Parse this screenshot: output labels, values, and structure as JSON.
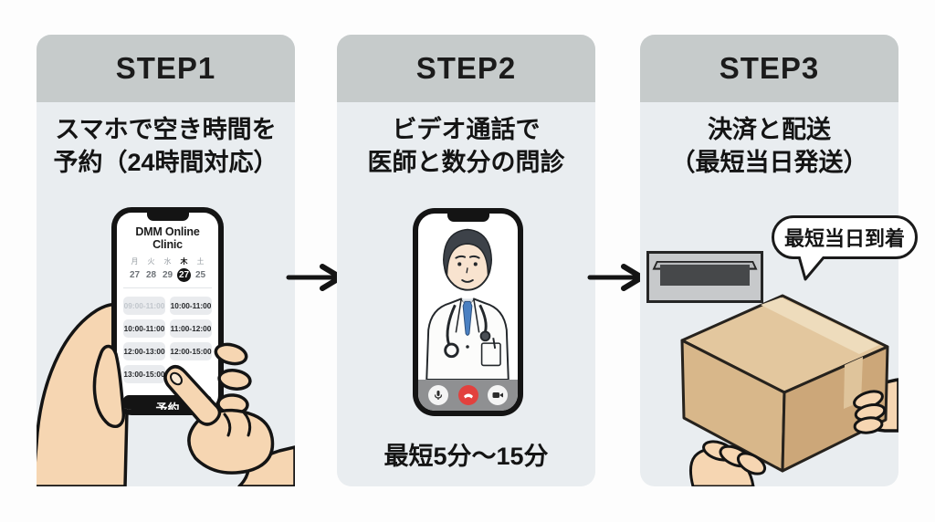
{
  "colors": {
    "header_bg": "#c6cbcb",
    "panel_bg": "#e9edf0",
    "arrow_black": "#141414",
    "hangup_red": "#e2413e",
    "tie_blue": "#4a80c2",
    "box_tan": "#d8b78a",
    "skin": "#f6d6b2"
  },
  "steps": [
    {
      "header": "STEP1",
      "title_line1": "スマホで空き時間を",
      "title_line2": "予約（24時間対応）",
      "phone": {
        "app_title": "DMM Online Clinic",
        "weekdays": [
          "月",
          "火",
          "水",
          "木",
          "土"
        ],
        "dates": [
          "27",
          "28",
          "29",
          "27",
          "25"
        ],
        "slots": [
          "09:00-11:00",
          "10:00-11:00",
          "10:00-11:00",
          "11:00-12:00",
          "12:00-13:00",
          "12:00-15:00",
          "13:00-15:00"
        ],
        "book_button": "予約"
      }
    },
    {
      "header": "STEP2",
      "title_line1": "ビデオ通話で",
      "title_line2": "医師と数分の問診",
      "caption": "最短5分〜15分"
    },
    {
      "header": "STEP3",
      "title_line1": "決済と配送",
      "title_line2": "（最短当日発送）",
      "bubble": "最短当日到着"
    }
  ]
}
